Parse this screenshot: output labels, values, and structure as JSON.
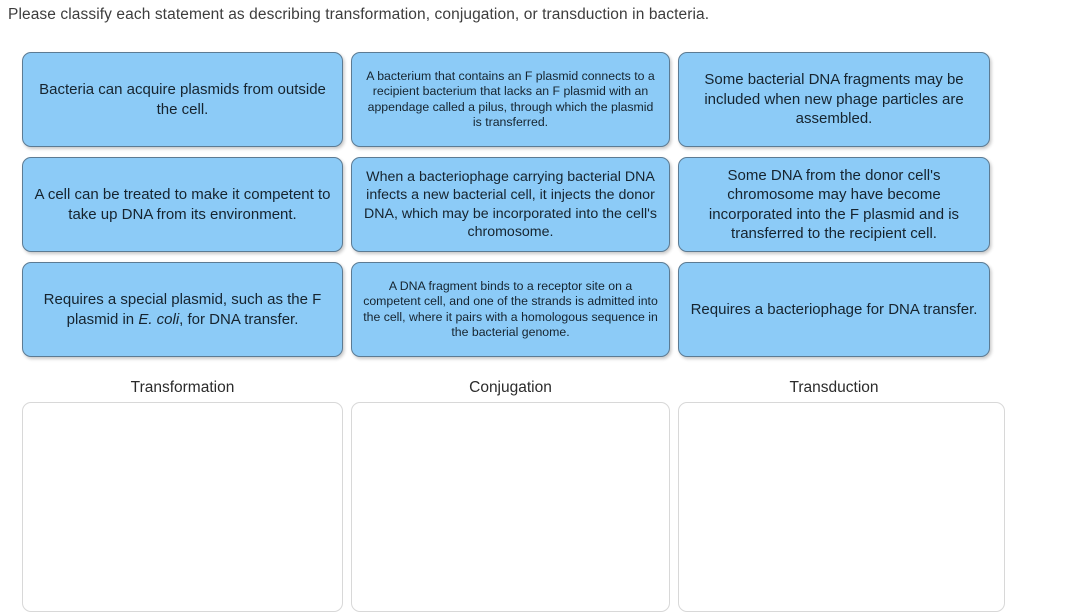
{
  "prompt": "Please classify each statement as describing transformation, conjugation, or transduction in bacteria.",
  "cards": {
    "r1c1": "Bacteria can acquire plasmids from outside the cell.",
    "r1c2": "A bacterium that contains an F plasmid connects to a recipient bacterium that lacks an F plasmid with an appendage called a pilus, through which the plasmid is transferred.",
    "r1c3": "Some bacterial DNA fragments may be included when new phage particles are assembled.",
    "r2c1": "A cell can be treated to make it competent to take up DNA from its environment.",
    "r2c2": "When a bacteriophage carrying bacterial DNA infects a new bacterial cell, it injects the donor DNA, which may be incorporated into the cell's chromosome.",
    "r2c3": "Some DNA from the donor cell's chromosome may have become incorporated into the F plasmid and is transferred to the recipient cell.",
    "r3c1_part1": "Requires a special plasmid, such as the F plasmid in ",
    "r3c1_italic": "E. coli",
    "r3c1_part2": ", for DNA transfer.",
    "r3c2": "A DNA fragment binds to a receptor site on a competent cell, and one of the strands is admitted into the cell, where it pairs with a homologous sequence in the bacterial genome.",
    "r3c3": "Requires a bacteriophage for DNA transfer."
  },
  "categories": {
    "transformation": "Transformation",
    "conjugation": "Conjugation",
    "transduction": "Transduction"
  },
  "colors": {
    "card_fill": "#8ccbf7",
    "card_border": "#5c7b93",
    "card_text": "#16242f",
    "zone_border": "#d8d8d8",
    "page_background": "#ffffff"
  }
}
